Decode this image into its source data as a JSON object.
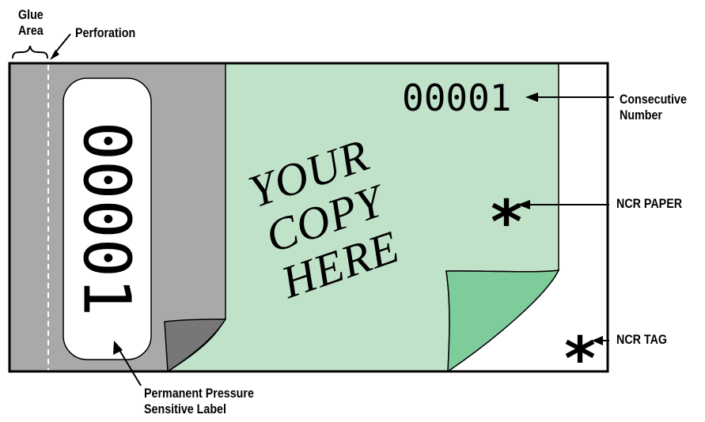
{
  "callouts": {
    "glue_area_line1": "Glue",
    "glue_area_line2": "Area",
    "perforation": "Perforation",
    "consecutive_number_line1": "Consecutive",
    "consecutive_number_line2": "Number",
    "ncr_paper": "NCR PAPER",
    "ncr_tag": "NCR TAG",
    "label_line1": "Permanent Pressure",
    "label_line2": "Sensitive Label"
  },
  "ticket": {
    "stub_number": "00001",
    "consecutive_number": "00001",
    "copy_line1": "YOUR",
    "copy_line2": "COPY",
    "copy_line3": "HERE",
    "asterisk_glyph": "*"
  },
  "colors": {
    "stub_gray": "#a9a9a9",
    "ncr_paper_green": "#c0e2c9",
    "ncr_tag_green": "#7ecb9c",
    "curl_dark_gray": "#777777",
    "outline": "#000000"
  }
}
